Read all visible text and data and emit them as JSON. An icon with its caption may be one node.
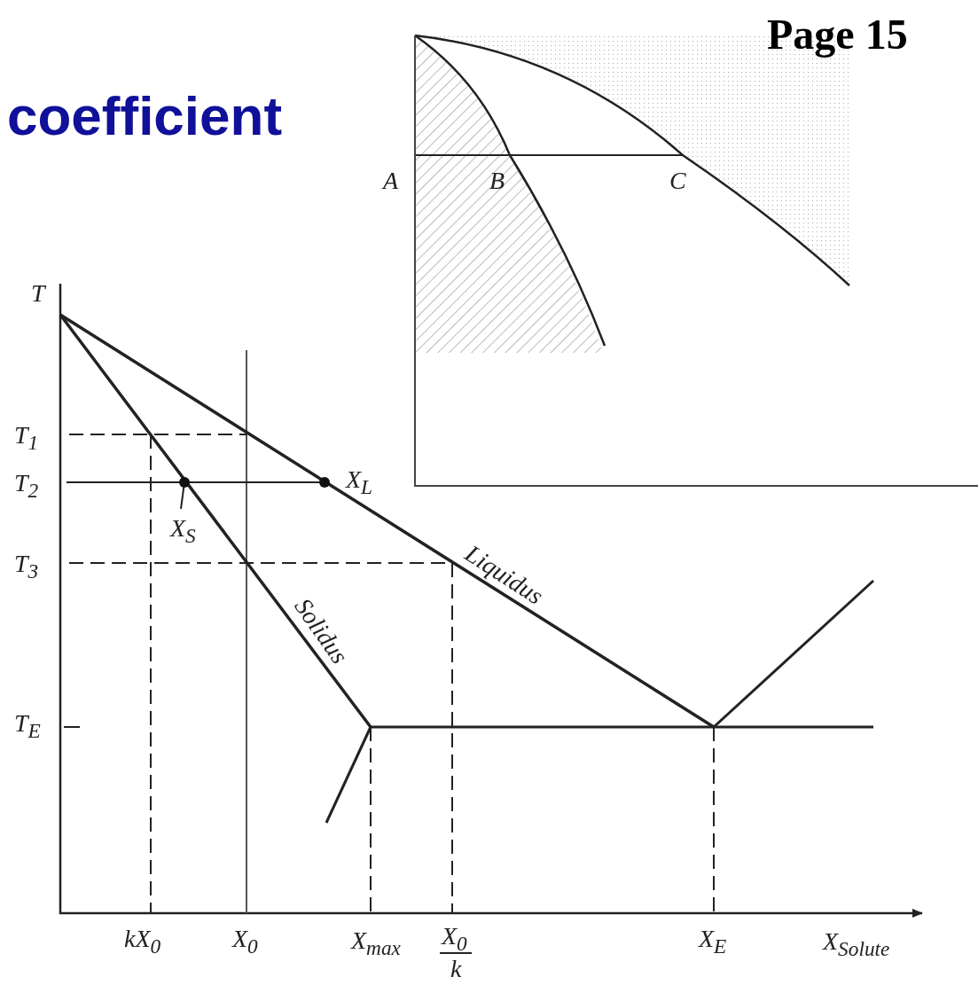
{
  "diagram": {
    "title": "coefficient",
    "labels": [
      "Page 15",
      "A",
      "B",
      "C",
      "T",
      "T$_{1}$",
      "T$_{2}$",
      "X$_{L}$",
      "X$_{S}$",
      "T$_{3}$",
      "Solidus",
      "Liquidus",
      "T$_{E}$",
      "kX$_{0}$",
      "X$_{0}$",
      "X$_{max}$",
      "X$_{0}$",
      "X$_{E}$",
      "X$_{Solute}$",
      "k"
    ]
  }
}
